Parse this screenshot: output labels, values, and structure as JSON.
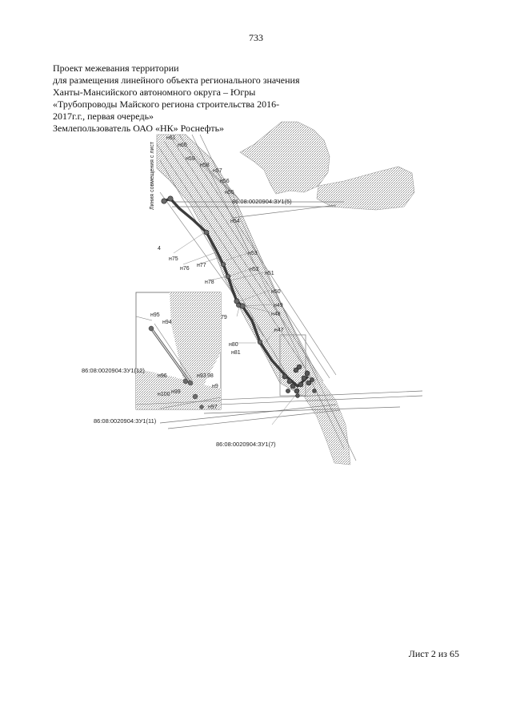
{
  "page_number": "733",
  "header_lines": [
    "Проект межевания территории",
    "для размещения линейного объекта регионального значения",
    "Ханты-Мансийского автономного округа – Югры",
    "«Трубопроводы Майского региона строительства 2016-",
    "2017г.г., первая очередь»",
    "Землепользователь ОАО «НК» Роснефть»"
  ],
  "footer": "Лист 2 из 65",
  "map": {
    "vertical_label": "Линия совмещения с лист",
    "point_labels": [
      "н61",
      "н60",
      "н59",
      "н58",
      "н57",
      "н56",
      "н55",
      "н54",
      "н53",
      "н52",
      "н51",
      "н50",
      "н49",
      "н48",
      "н47",
      "н75",
      "н76",
      "н77",
      "н78",
      "79",
      "н80",
      "н81",
      "н95",
      "н94",
      "н96",
      "н93",
      "98",
      "н99",
      "н100",
      "н9",
      "н97"
    ],
    "parcels": [
      "86:08:0020904:ЗУ1(5)",
      "86:08:0020904:ЗУ1(12)",
      "86:08:0020904:ЗУ1(11)",
      "86:08:0020904:ЗУ1(7)"
    ],
    "stray_text": "4"
  }
}
